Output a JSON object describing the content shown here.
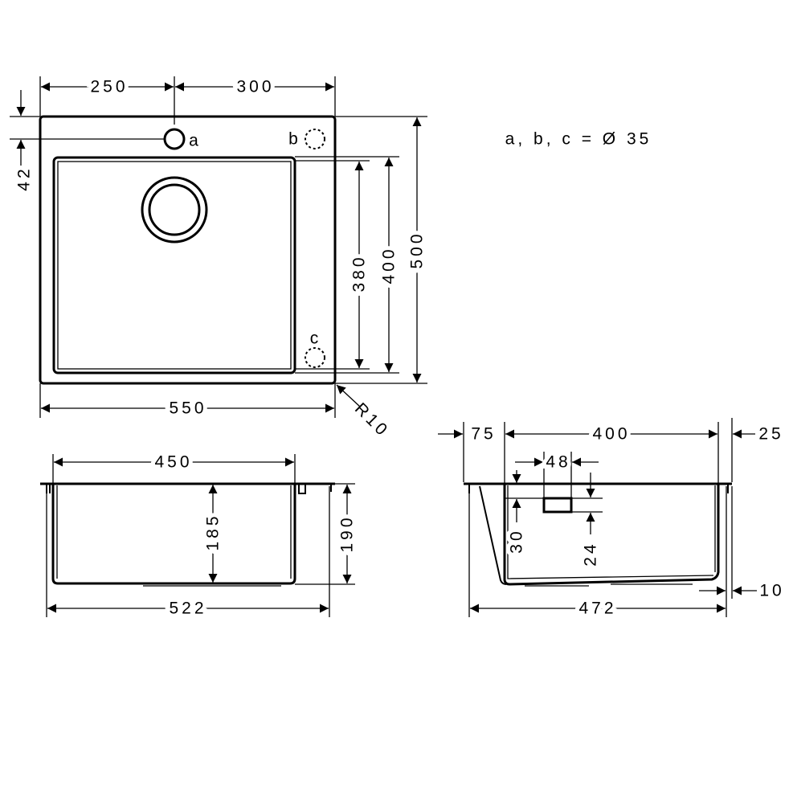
{
  "note": "a, b, c = Ø 35",
  "top_view": {
    "hole_labels": {
      "a": "a",
      "b": "b",
      "c": "c"
    },
    "dims": {
      "left_to_tap": "250",
      "tap_to_right": "300",
      "tap_offset": "42",
      "bowl_inner": "380",
      "bowl_outer": "400",
      "depth_total": "500",
      "width_total": "550",
      "corner_radius": "R10"
    }
  },
  "front_view": {
    "dims": {
      "bowl_width": "450",
      "bowl_depth": "185",
      "total_height": "190",
      "cutout_width": "522"
    }
  },
  "side_view": {
    "dims": {
      "left_offset": "75",
      "bowl_length": "400",
      "right_offset": "25",
      "overflow_width": "48",
      "overflow_top": "30",
      "overflow_height": "24",
      "cutout_length": "472",
      "right_flange": "10"
    }
  }
}
